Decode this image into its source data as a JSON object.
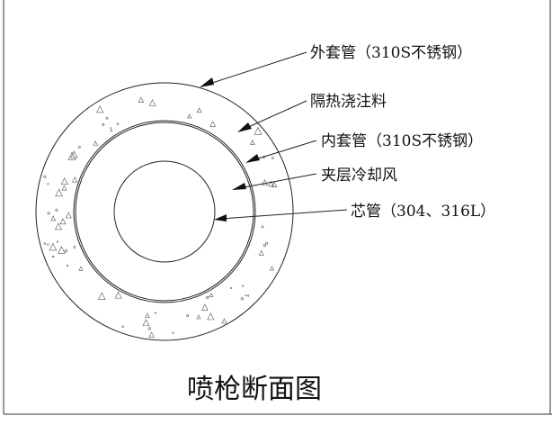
{
  "diagram": {
    "title": "喷枪断面图",
    "labels": {
      "outer_tube": "外套管（310S不锈钢）",
      "insulation": "隔热浇注料",
      "inner_tube": "内套管（310S不锈钢）",
      "cooling_air": "夹层冷却风",
      "core_tube": "芯管（304、316L）"
    }
  }
}
